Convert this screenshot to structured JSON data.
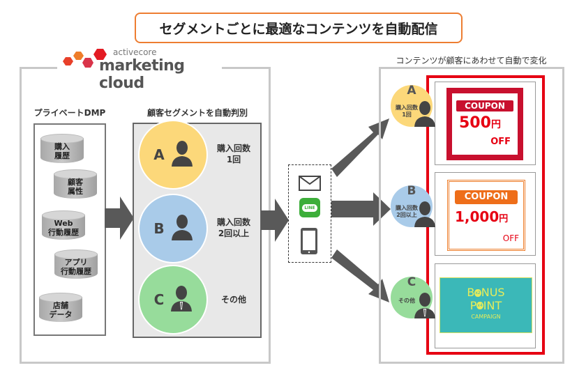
{
  "title": "セグメントごとに最適なコンテンツを自動配信",
  "logo": {
    "brand_small": "activecore",
    "brand_large": "marketing cloud",
    "colors": [
      "#e8402a",
      "#ee7d2a",
      "#d9344a",
      "#e31b23"
    ]
  },
  "dmp": {
    "heading": "プライベートDMP",
    "items": [
      [
        "購入",
        "履歴"
      ],
      [
        "顧客",
        "属性"
      ],
      [
        "Web",
        "行動履歴"
      ],
      [
        "アプリ",
        "行動履歴"
      ],
      [
        "店舗",
        "データ"
      ]
    ]
  },
  "segments": {
    "heading": "顧客セグメントを自動判別",
    "items": [
      {
        "letter": "A",
        "desc": [
          "購入回数",
          "1回"
        ],
        "color": "#fcd87a"
      },
      {
        "letter": "B",
        "desc": [
          "購入回数",
          "2回以上"
        ],
        "color": "#a9cbe9"
      },
      {
        "letter": "C",
        "desc": [
          "その他"
        ],
        "color": "#97dc9b"
      }
    ]
  },
  "channels": {
    "icons": [
      "envelope-icon",
      "line-icon",
      "smartphone-icon"
    ],
    "line_label": "LINE"
  },
  "content": {
    "heading": "コンテンツが顧客にあわせて自動で変化",
    "customers": [
      {
        "letter": "A",
        "desc": [
          "購入回数",
          "1回"
        ]
      },
      {
        "letter": "B",
        "desc": [
          "購入回数",
          "2回以上"
        ]
      },
      {
        "letter": "C",
        "desc": [
          "その他"
        ]
      }
    ],
    "coupon_a": {
      "label": "COUPON",
      "amount": "500",
      "yen": "円",
      "off": "OFF"
    },
    "coupon_b": {
      "label": "COUPON",
      "amount": "1,000",
      "yen": "円",
      "off": "OFF"
    },
    "bonus": {
      "line1_pre": "B",
      "line1_post": "NUS",
      "badge1": "x2",
      "line2_pre": "P",
      "line2_post": "INT",
      "badge2": "x4",
      "line3": "CAMPAIGN"
    }
  },
  "colors": {
    "accent_orange": "#ed7d31",
    "red": "#e60012",
    "teal": "#3bb8b8",
    "arrow": "#595959"
  }
}
